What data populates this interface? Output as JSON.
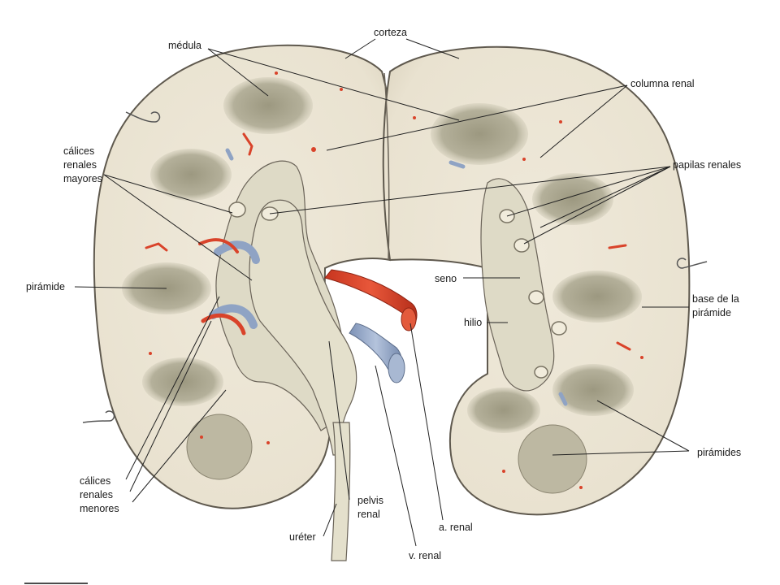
{
  "labels": {
    "corteza": "corteza",
    "medula": "médula",
    "columna_renal": "columna renal",
    "calices_mayores": [
      "cálices",
      "renales",
      "mayores"
    ],
    "papilas_renales": "papilas renales",
    "piramide": "pirámide",
    "seno": "seno",
    "base_piramide": [
      "base de la",
      "pirámide"
    ],
    "hilio": "hilio",
    "piramides": "pirámides",
    "calices_menores": [
      "cálices",
      "renales",
      "menores"
    ],
    "pelvis_renal": [
      "pelvis",
      "renal"
    ],
    "a_renal": "a. renal",
    "ureter": "uréter",
    "v_renal": "v. renal"
  },
  "colors": {
    "cortex": "#ece6d6",
    "cortex_edge": "#6a6358",
    "medulla": "#a9a58e",
    "sinus": "#dcd8c4",
    "artery": "#d9432a",
    "vein": "#8fa3c4"
  }
}
